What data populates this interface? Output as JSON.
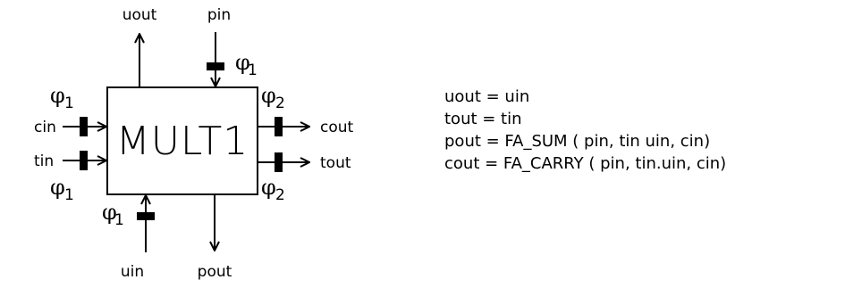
{
  "block": {
    "name": "MULT1"
  },
  "ports": {
    "uout": "uout",
    "pin": "pin",
    "cin": "cin",
    "tin": "tin",
    "cout": "cout",
    "tout": "tout",
    "uin": "uin",
    "pout": "pout"
  },
  "clocks": {
    "phi_symbol": "φ",
    "phase1": "1",
    "phase2": "2"
  },
  "equations": [
    "uout = uin",
    "tout = tin",
    "pout = FA_SUM ( pin, tin uin, cin)",
    "cout = FA_CARRY ( pin, tin.uin, cin)"
  ]
}
